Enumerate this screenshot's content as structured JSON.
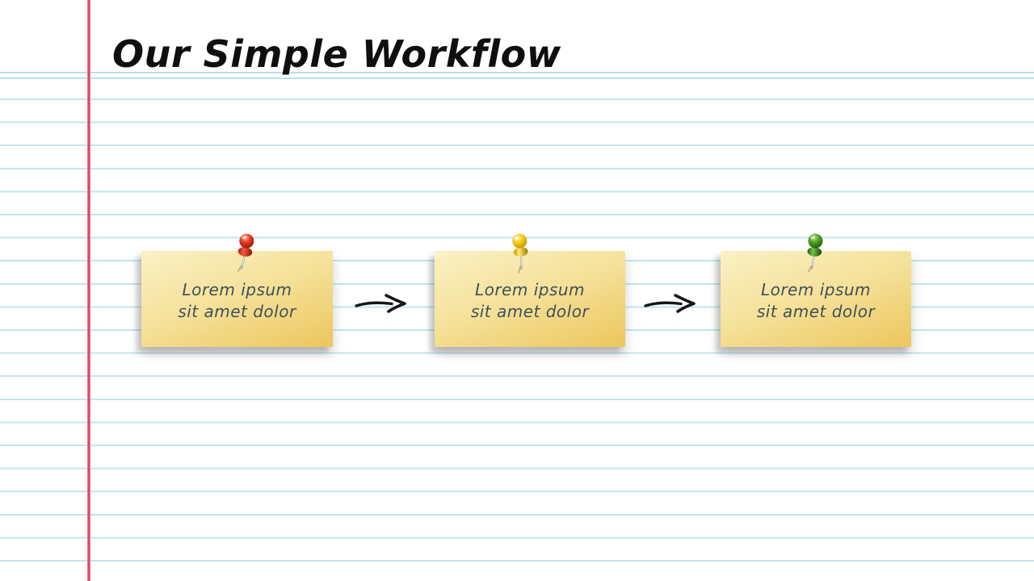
{
  "slide": {
    "title": "Our Simple Workflow"
  },
  "paper": {
    "style": "ruled-notebook-paper",
    "ruled_line_color": "#C2E4F1",
    "margin_line_color": "#E5596D",
    "background_color": "#FFFFFF"
  },
  "workflow": {
    "note_text_color": "#3D5159",
    "note_color_top": "#FAF1C5",
    "note_color_bottom": "#ECC65C",
    "arrow_color": "#161616",
    "steps": [
      {
        "pin_icon": "pushpin-red-icon",
        "pin_color": "#D8301B",
        "lines": [
          "Lorem ipsum",
          "sit amet dolor"
        ]
      },
      {
        "pin_icon": "pushpin-yellow-icon",
        "pin_color": "#F0C413",
        "lines": [
          "Lorem ipsum",
          "sit amet dolor"
        ]
      },
      {
        "pin_icon": "pushpin-green-icon",
        "pin_color": "#3F8F1D",
        "lines": [
          "Lorem ipsum",
          "sit amet dolor"
        ]
      }
    ],
    "arrows": [
      {
        "icon": "hand-drawn-arrow",
        "direction": "right"
      },
      {
        "icon": "hand-drawn-arrow",
        "direction": "right"
      }
    ]
  }
}
